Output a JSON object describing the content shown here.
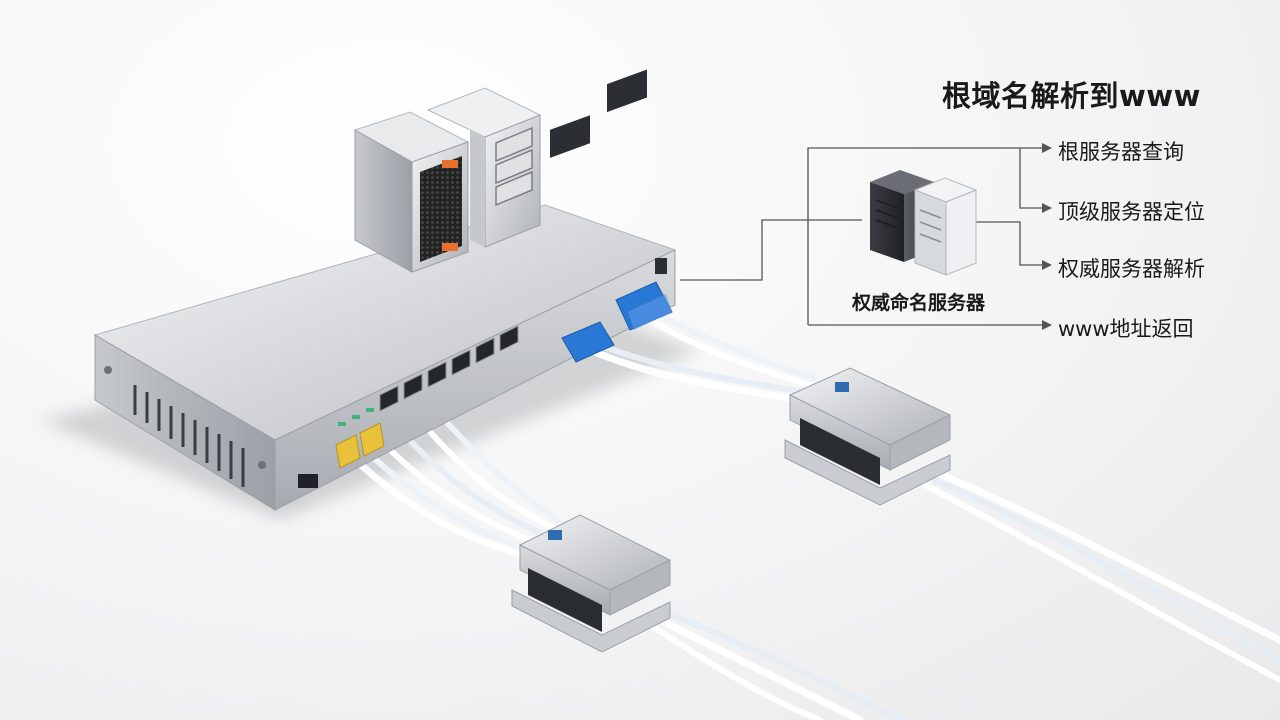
{
  "title": "根域名解析到www",
  "server_label": "权威命名服务器",
  "steps": [
    {
      "label": "根服务器查询"
    },
    {
      "label": "顶级服务器定位"
    },
    {
      "label": "权威服务器解析"
    },
    {
      "label": "www地址返回"
    }
  ],
  "colors": {
    "metal_light": "#e6e7e9",
    "metal_dark": "#9ea2a8",
    "connector_blue": "#2a78d6",
    "connector_yellow": "#e8c23a",
    "accent_orange": "#e8702a",
    "connector_line": "#555555"
  }
}
